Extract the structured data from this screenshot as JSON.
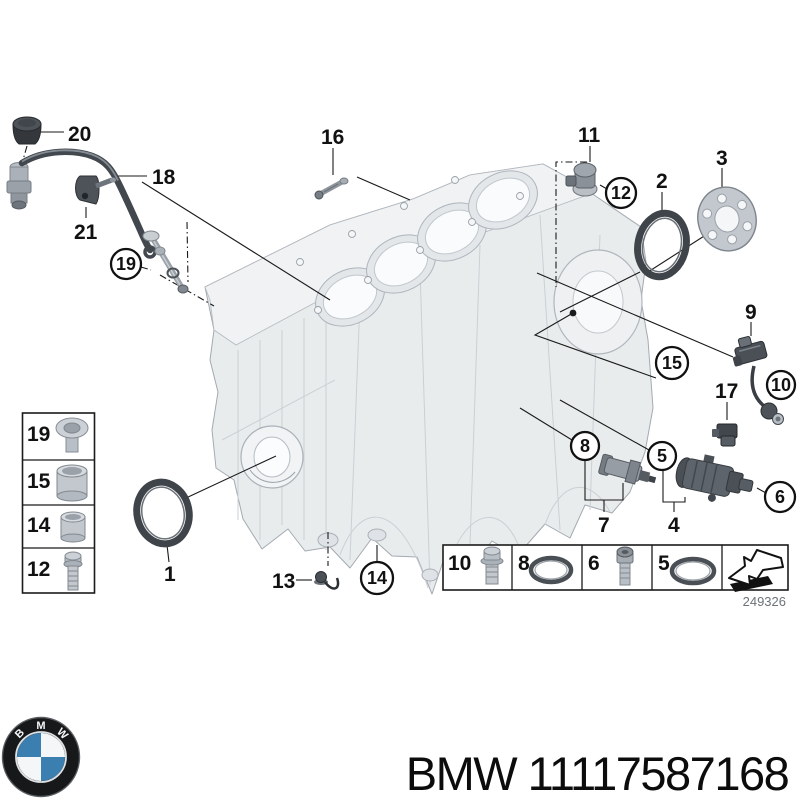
{
  "diagram": {
    "title_hint": "BMW engine block exploded parts diagram",
    "callouts": {
      "plain": [
        "20",
        "18",
        "21",
        "16",
        "11",
        "2",
        "3",
        "9",
        "17",
        "7",
        "4",
        "13",
        "1"
      ],
      "circled": [
        "19",
        "12",
        "15",
        "10",
        "8",
        "5",
        "6",
        "14"
      ]
    },
    "legend_left": {
      "rows": [
        {
          "label": "19",
          "icon": "flanged-bolt"
        },
        {
          "label": "15",
          "icon": "large-sleeve"
        },
        {
          "label": "14",
          "icon": "small-sleeve"
        },
        {
          "label": "12",
          "icon": "long-bolt"
        }
      ]
    },
    "legend_bottom": {
      "cells": [
        {
          "label": "10",
          "icon": "hex-bolt"
        },
        {
          "label": "8",
          "icon": "o-ring"
        },
        {
          "label": "6",
          "icon": "socket-bolt"
        },
        {
          "label": "5",
          "icon": "o-ring"
        },
        {
          "label": "",
          "icon": "direction-arrow"
        }
      ],
      "drawing_number": "249326"
    },
    "colors": {
      "block_fill": "#e9eced",
      "seal_ring": "#3f444a",
      "line": "#1a1a1a"
    }
  },
  "footer": {
    "part_number": "BMW 11117587168",
    "logo": {
      "letters": [
        "B",
        "M",
        "W"
      ],
      "blue": "#3b7eb0",
      "black": "#16181a"
    }
  }
}
